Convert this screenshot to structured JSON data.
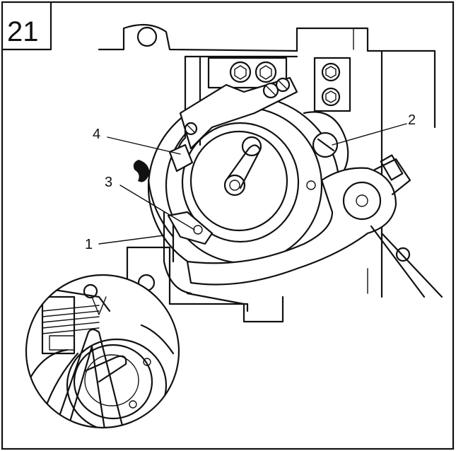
{
  "figure": {
    "number": "21"
  },
  "callouts": [
    {
      "id": "1",
      "text": "1"
    },
    {
      "id": "2",
      "text": "2"
    },
    {
      "id": "3",
      "text": "3"
    },
    {
      "id": "4",
      "text": "4"
    }
  ],
  "colors": {
    "ink": "#111111",
    "paper": "#ffffff"
  }
}
